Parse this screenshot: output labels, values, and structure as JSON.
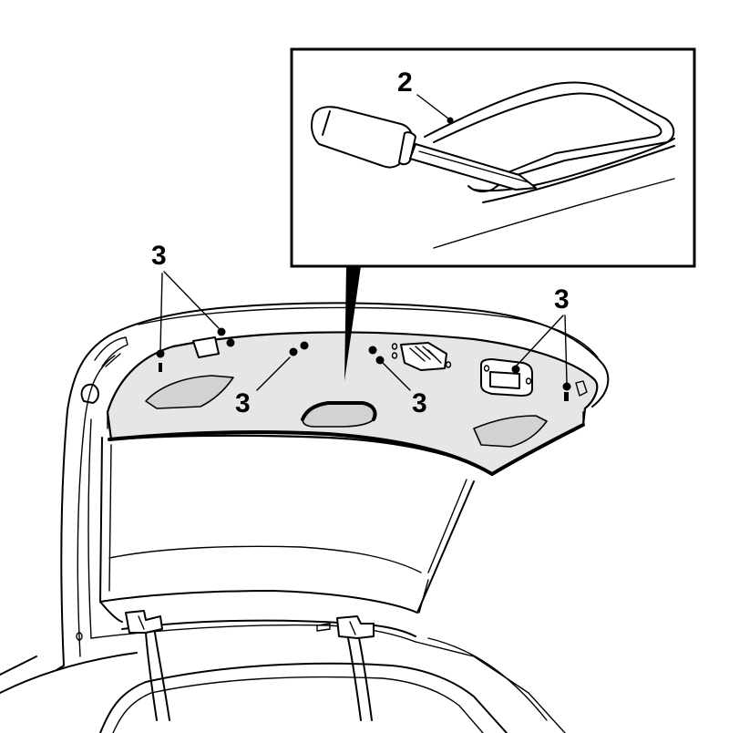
{
  "callouts": {
    "inset_tool": "2",
    "clip_left_upper": "3",
    "clip_left_lower": "3",
    "clip_center": "3",
    "clip_right": "3"
  }
}
